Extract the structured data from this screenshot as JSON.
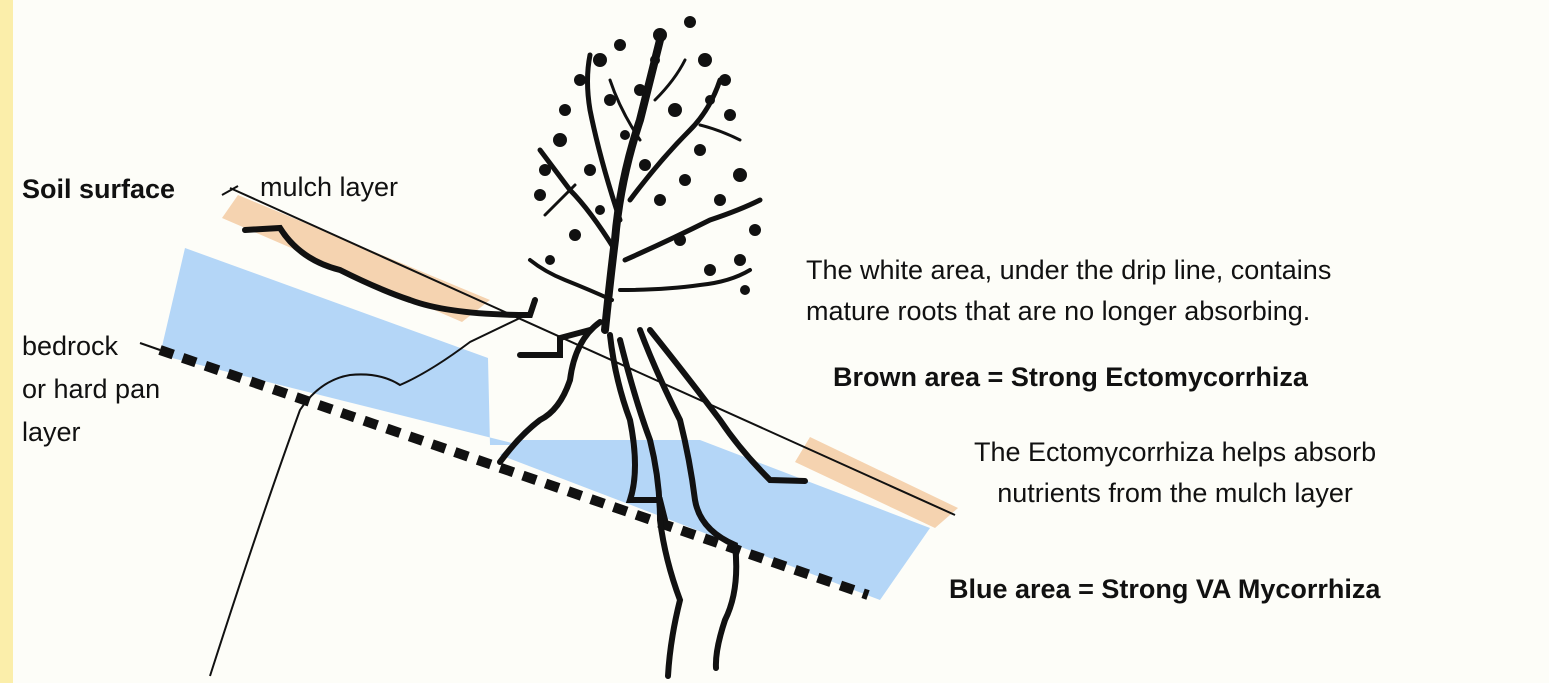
{
  "colors": {
    "background": "#fdfdf8",
    "left_strip": "#fbeeaa",
    "brown_area": "#f5d3b0",
    "blue_area": "#b4d6f7",
    "ink": "#111111"
  },
  "labels": {
    "soil_surface": "Soil surface",
    "mulch_layer": "mulch layer",
    "bedrock_line1": "bedrock",
    "bedrock_line2": "or hard pan",
    "bedrock_line3": "layer",
    "white_area_line1": "The white area, under the drip line, contains",
    "white_area_line2": "mature roots that are no longer absorbing.",
    "brown_area": "Brown area = Strong Ectomycorrhiza",
    "ecto_line1": "The Ectomycorrhiza helps absorb",
    "ecto_line2": "nutrients from the mulch layer",
    "blue_area": "Blue area = Strong VA Mycorrhiza"
  },
  "icons": {
    "tree": "tree-illustration"
  }
}
